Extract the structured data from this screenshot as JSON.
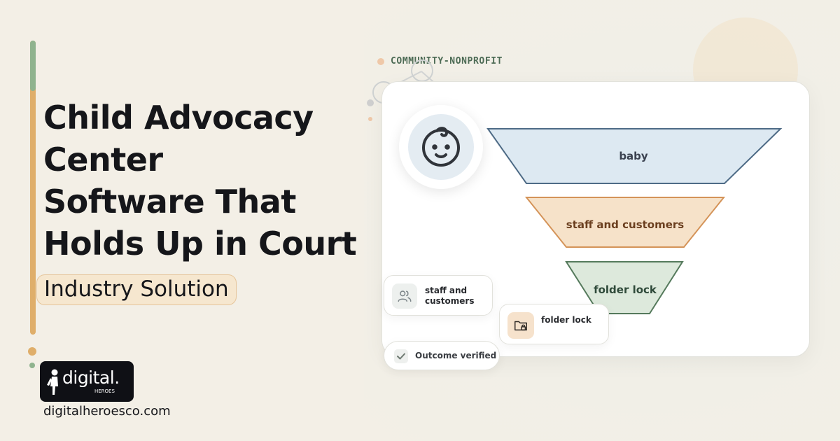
{
  "headline": {
    "lines": [
      "Child Advocacy",
      "Center",
      "Software That",
      "Holds Up in Court"
    ]
  },
  "tag": "Industry Solution",
  "brand": {
    "logo_text": "digital.",
    "logo_sub": "HEROES",
    "website": "digitalheroesco.com"
  },
  "illustration": {
    "category": "COMMUNITY-NONPROFIT",
    "funnel": [
      {
        "label": "baby",
        "fill": "#dde9f2",
        "stroke": "#4e6b86"
      },
      {
        "label": "staff and customers",
        "fill": "#f6e2c9",
        "stroke": "#d49358"
      },
      {
        "label": "folder lock",
        "fill": "#dde9dc",
        "stroke": "#557a5c"
      }
    ],
    "avatar_icon": "baby-face-icon",
    "chips": {
      "staff": {
        "label": "staff and customers",
        "icon": "users-icon"
      },
      "folder": {
        "label": "folder lock",
        "icon": "folder-lock-icon"
      },
      "outcome": {
        "label": "Outcome verified",
        "icon": "check-icon"
      }
    }
  },
  "colors": {
    "background": "#f3efe6",
    "accent_orange": "#dfae6a",
    "accent_green": "#8fb38e",
    "text": "#15161a"
  }
}
